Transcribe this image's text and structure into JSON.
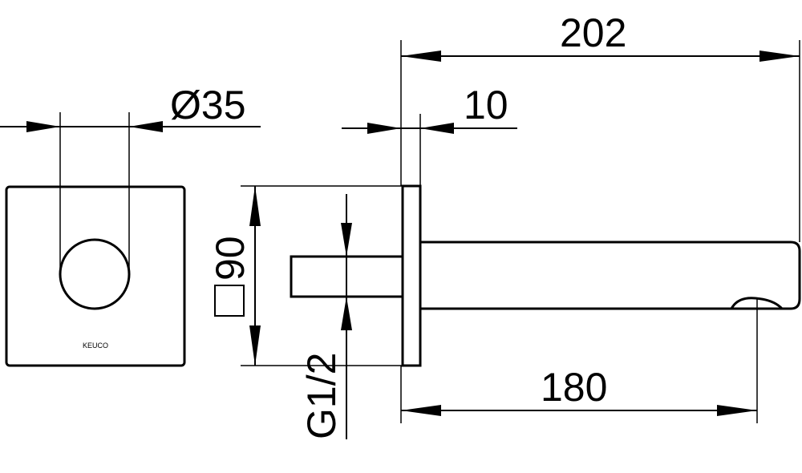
{
  "dimensions": {
    "overall_length": "202",
    "rosette_depth": "10",
    "outlet_diameter": "Ø35",
    "rosette_size": "90",
    "thread": "G1/2",
    "spout_length": "180"
  },
  "logo": {
    "text": "KEUCO"
  }
}
